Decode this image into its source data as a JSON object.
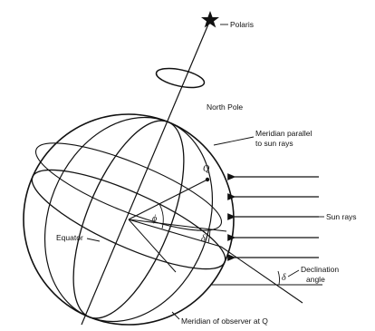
{
  "labels": {
    "polaris": "Polaris",
    "north_pole": "North Pole",
    "meridian_parallel_1": "Meridian parallel",
    "meridian_parallel_2": "to sun rays",
    "sun_rays": "Sun rays",
    "declination_1": "Declination",
    "declination_2": "angle",
    "equator": "Equator",
    "meridian_observer": "Meridian of observer at Q",
    "point_q": "Q",
    "phi": "ϕ",
    "delta_small": "δ",
    "delta_center": "δ"
  },
  "colors": {
    "ink": "#111111",
    "background": "#ffffff"
  }
}
